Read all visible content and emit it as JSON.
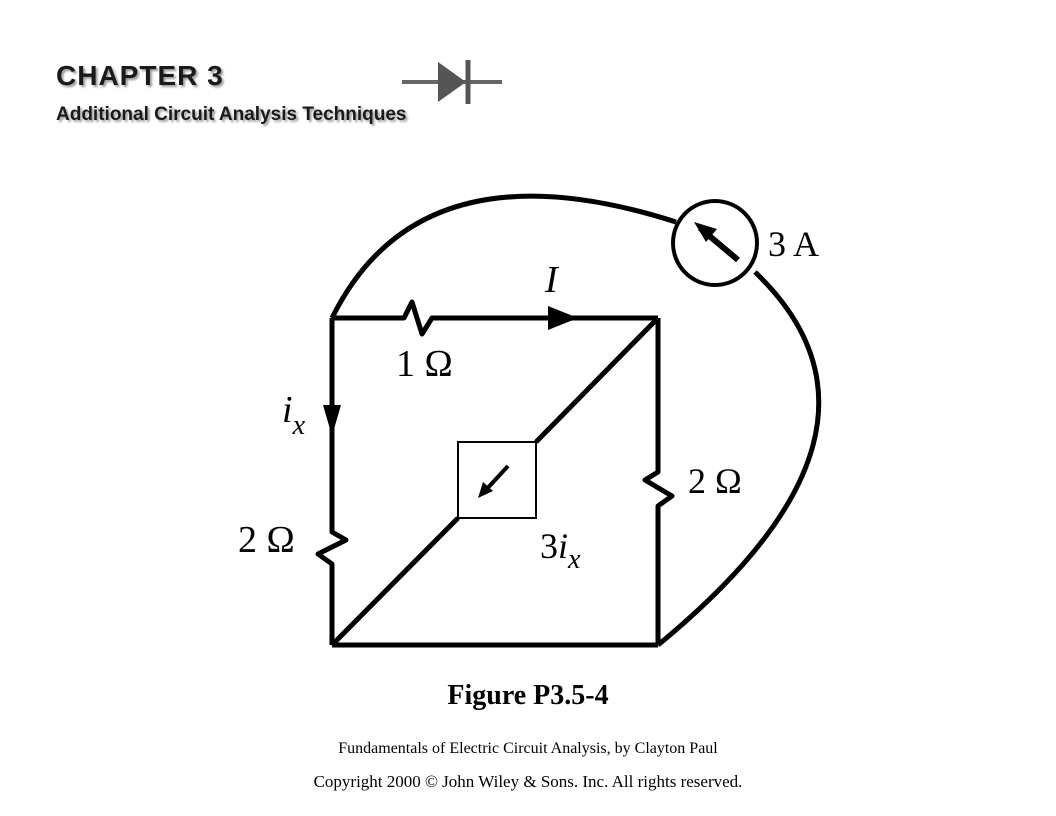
{
  "header": {
    "chapter": "CHAPTER 3",
    "subtitle": "Additional Circuit Analysis Techniques"
  },
  "circuit": {
    "source_current_label": "3 A",
    "current_label": "I",
    "resistor_top_label": "1 Ω",
    "ix_main": "i",
    "ix_sub": "x",
    "resistor_left_label": "2 Ω",
    "resistor_right_label": "2 Ω",
    "dependent_coef": "3",
    "dependent_var": "i",
    "dependent_sub": "x",
    "icons": [
      "diode-icon",
      "arrow-icon"
    ]
  },
  "footer": {
    "figure": "Figure P3.5-4",
    "credit": "Fundamentals of Electric Circuit Analysis, by Clayton Paul",
    "copyright": "Copyright 2000 © John Wiley & Sons. Inc. All rights reserved."
  }
}
